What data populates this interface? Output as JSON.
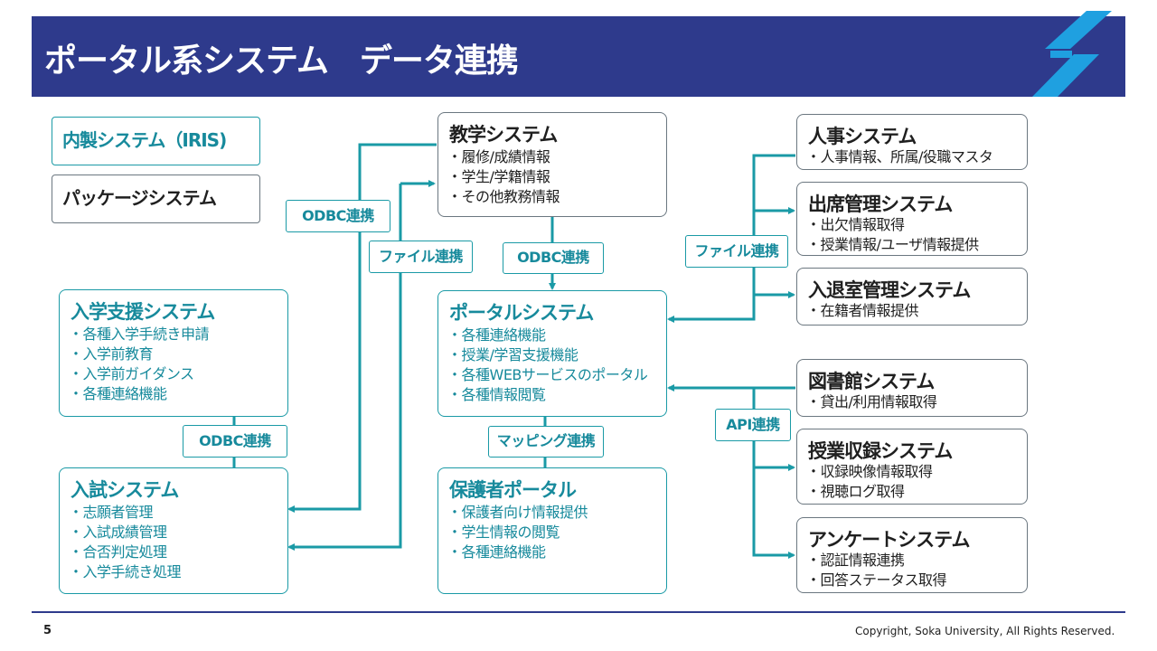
{
  "title": "ポータル系システム　データ連携",
  "legend": {
    "internal": "内製システム（IRIS)",
    "package": "パッケージシステム"
  },
  "systems": {
    "kyogaku": {
      "title": "教学システム",
      "items": [
        "・履修/成績情報",
        "・学生/学籍情報",
        "・その他教務情報"
      ]
    },
    "portal": {
      "title": "ポータルシステム",
      "items": [
        "・各種連絡機能",
        "・授業/学習支援機能",
        "・各種WEBサービスのポータル",
        "・各種情報閲覧"
      ]
    },
    "hogosha": {
      "title": "保護者ポータル",
      "items": [
        "・保護者向け情報提供",
        "・学生情報の閲覧",
        "・各種連絡機能"
      ]
    },
    "nyugaku": {
      "title": "入学支援システム",
      "items": [
        "・各種入学手続き申請",
        "・入学前教育",
        "・入学前ガイダンス",
        "・各種連絡機能"
      ]
    },
    "nyushi": {
      "title": "入試システム",
      "items": [
        "・志願者管理",
        "・入試成績管理",
        "・合否判定処理",
        "・入学手続き処理"
      ]
    },
    "jinji": {
      "title": "人事システム",
      "items": [
        "・人事情報、所属/役職マスタ"
      ]
    },
    "shusseki": {
      "title": "出席管理システム",
      "items": [
        "・出欠情報取得",
        "・授業情報/ユーザ情報提供"
      ]
    },
    "nyutaishitsu": {
      "title": "入退室管理システム",
      "items": [
        "・在籍者情報提供"
      ]
    },
    "toshokan": {
      "title": "図書館システム",
      "items": [
        "・貸出/利用情報取得"
      ]
    },
    "jugyo": {
      "title": "授業収録システム",
      "items": [
        "・収録映像情報取得",
        "・視聴ログ取得"
      ]
    },
    "enquete": {
      "title": "アンケートシステム",
      "items": [
        "・認証情報連携",
        "・回答ステータス取得"
      ]
    }
  },
  "labels": {
    "odbc_left": "ODBC連携",
    "file_left": "ファイル連携",
    "odbc_center": "ODBC連携",
    "mapping": "マッピング連携",
    "odbc_bottom": "ODBC連携",
    "file_right": "ファイル連携",
    "api": "API連携"
  },
  "footer": {
    "page": "5",
    "copyright": "Copyright, Soka University, All Rights Reserved."
  },
  "colors": {
    "header": "#2e3a8c",
    "accent": "#1a9aa6",
    "logo": "#1fa0e0"
  }
}
